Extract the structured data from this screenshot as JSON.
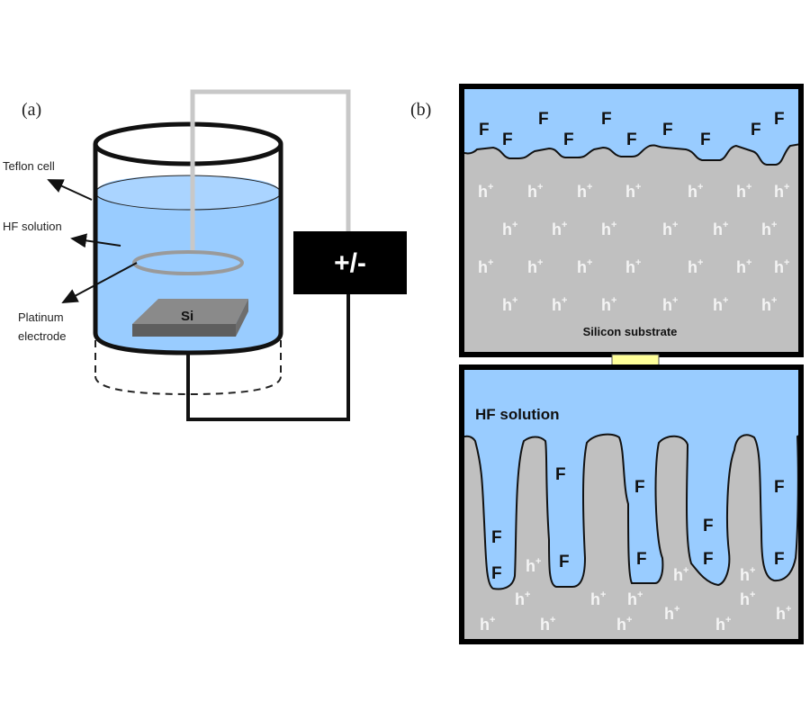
{
  "panel_a": {
    "label": "(a)",
    "callouts": {
      "teflon": "Teflon cell",
      "hf": "HF solution",
      "platinum_line1": "Platinum",
      "platinum_line2": "electrode"
    },
    "sample_label": "Si",
    "power_label": "+/-"
  },
  "panel_b": {
    "label": "(b)",
    "top": {
      "caption": "Silicon substrate",
      "fluoride_symbol": "F",
      "hole_symbol": "h",
      "hole_charge": "+"
    },
    "bottom": {
      "solution_label": "HF solution",
      "fluoride_symbol": "F",
      "hole_symbol": "h",
      "hole_charge": "+"
    }
  },
  "colors": {
    "solution": "#99ccff",
    "silicon": "#c0c0c0",
    "arrow": "#ffff99",
    "wire_gray": "#c8c8c8"
  }
}
